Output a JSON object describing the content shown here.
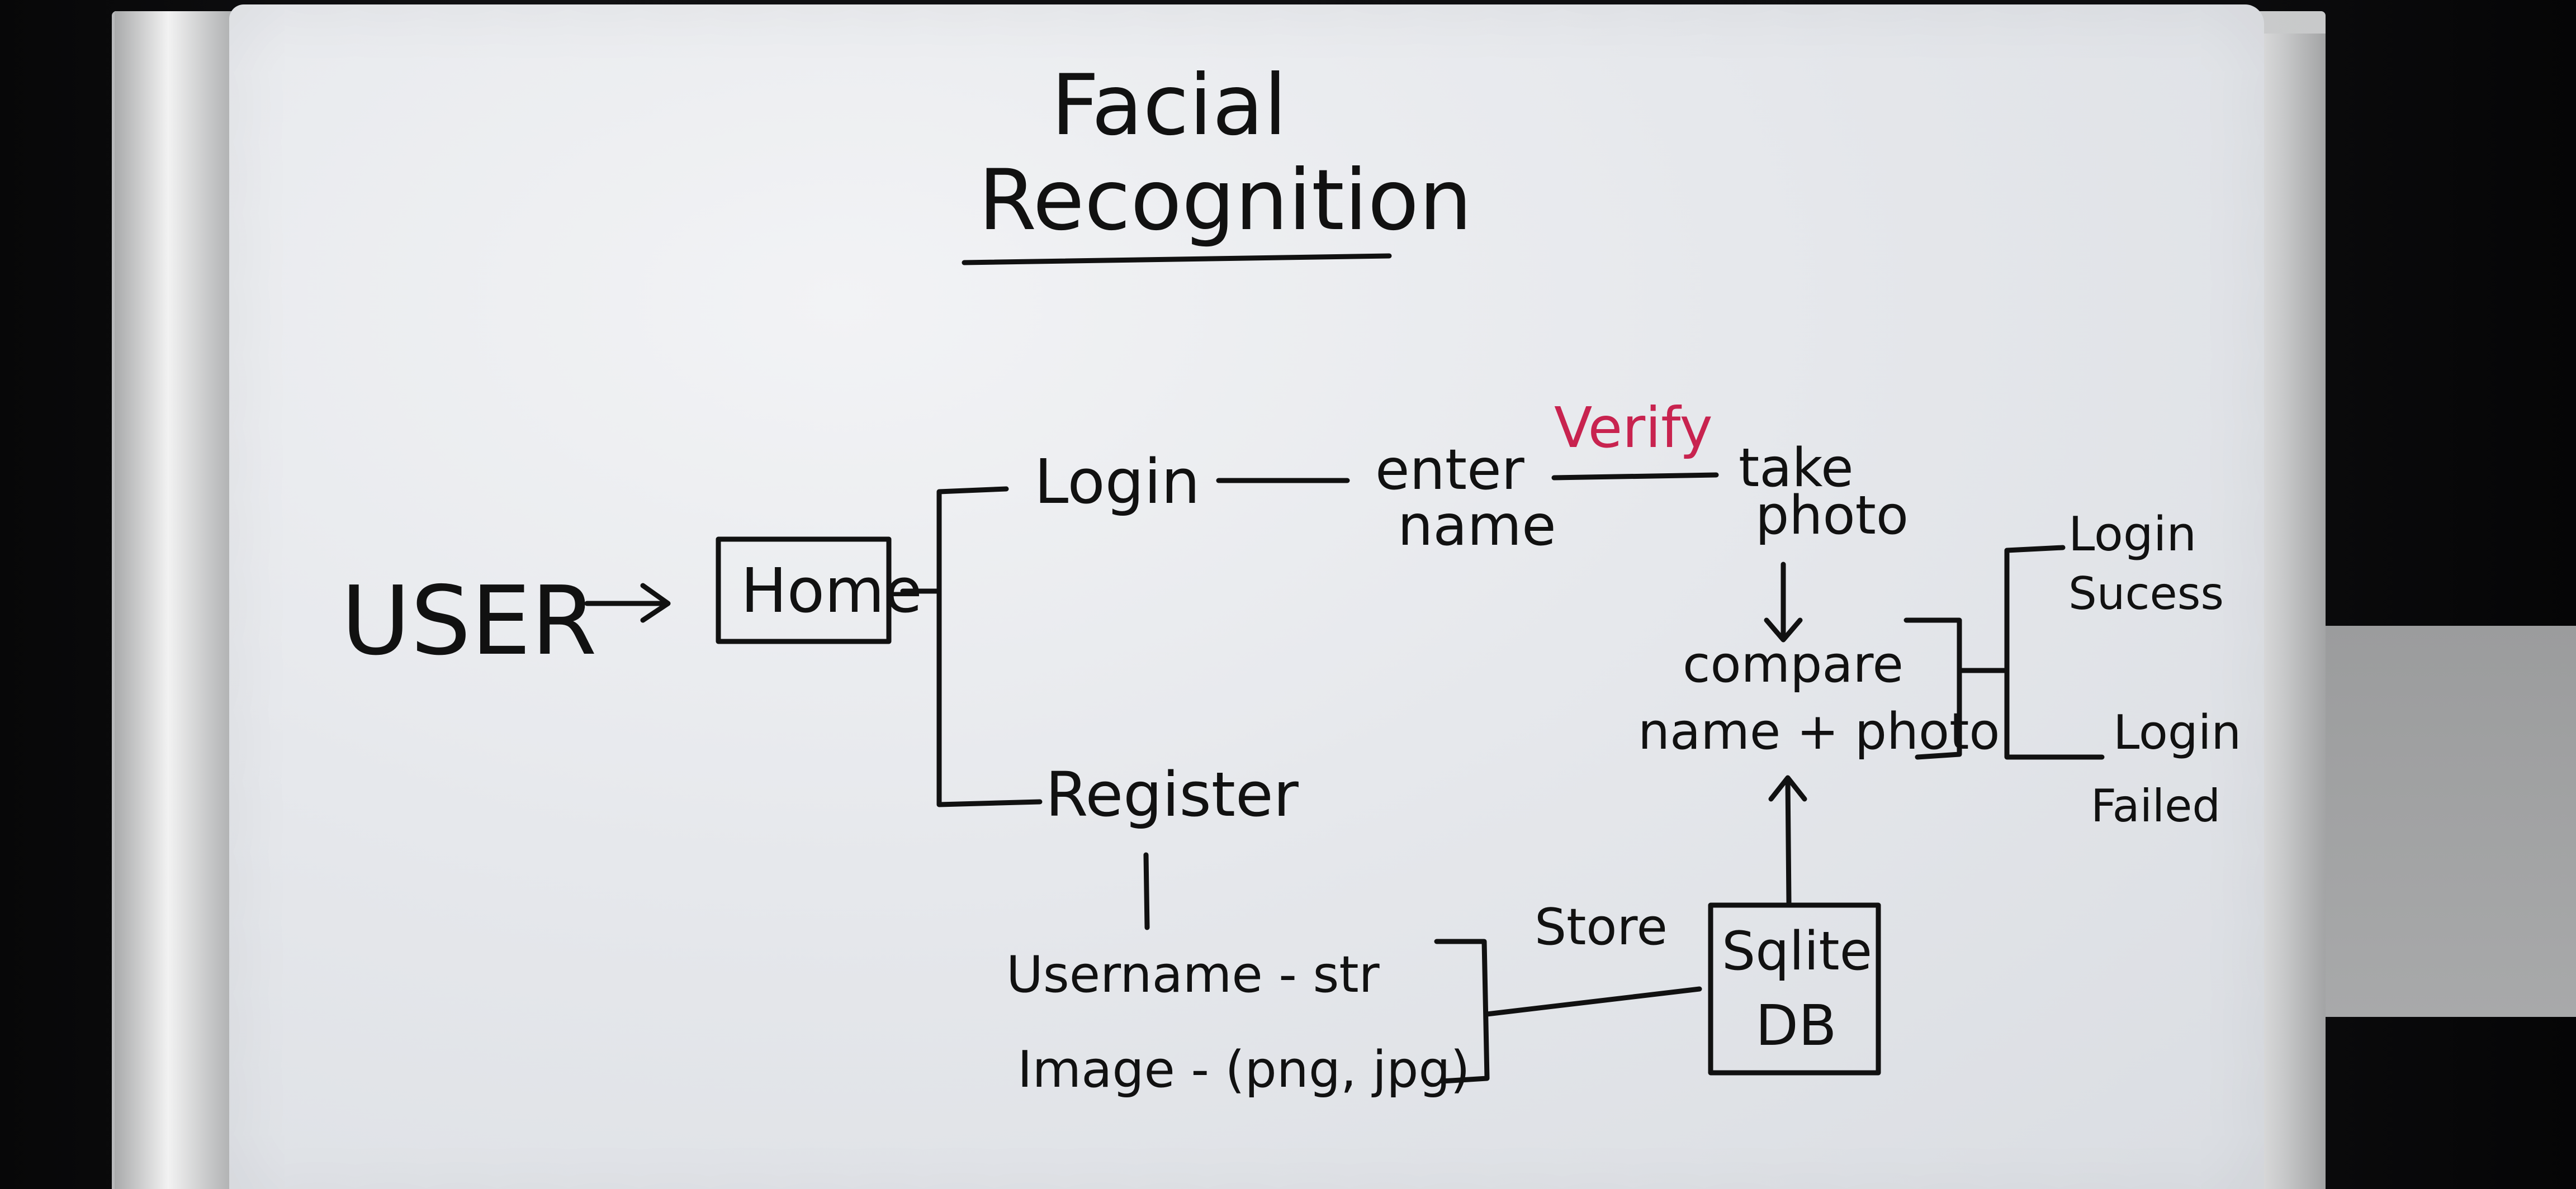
{
  "photo": {
    "subject": "whiteboard",
    "title_line1": "Facial",
    "title_line2": "Recognition",
    "labels": {
      "user": "USER",
      "home": "Home",
      "login": "Login",
      "register": "Register",
      "enter": "enter",
      "name": "name",
      "verify": "Verify",
      "take": "take",
      "photo": "photo",
      "compare": "compare",
      "compare_detail": "name + photo",
      "login_success_1": "Login",
      "login_success_2": "Sucess",
      "login_failed_1": "Login",
      "login_failed_2": "Failed",
      "username": "Username - str",
      "image": "Image - (png, jpg)",
      "store": "Store",
      "db_1": "Sqlite",
      "db_2": "DB"
    },
    "colors": {
      "ink": "#111111",
      "accent": "#c8234f",
      "board": "#e6e8ec"
    }
  }
}
